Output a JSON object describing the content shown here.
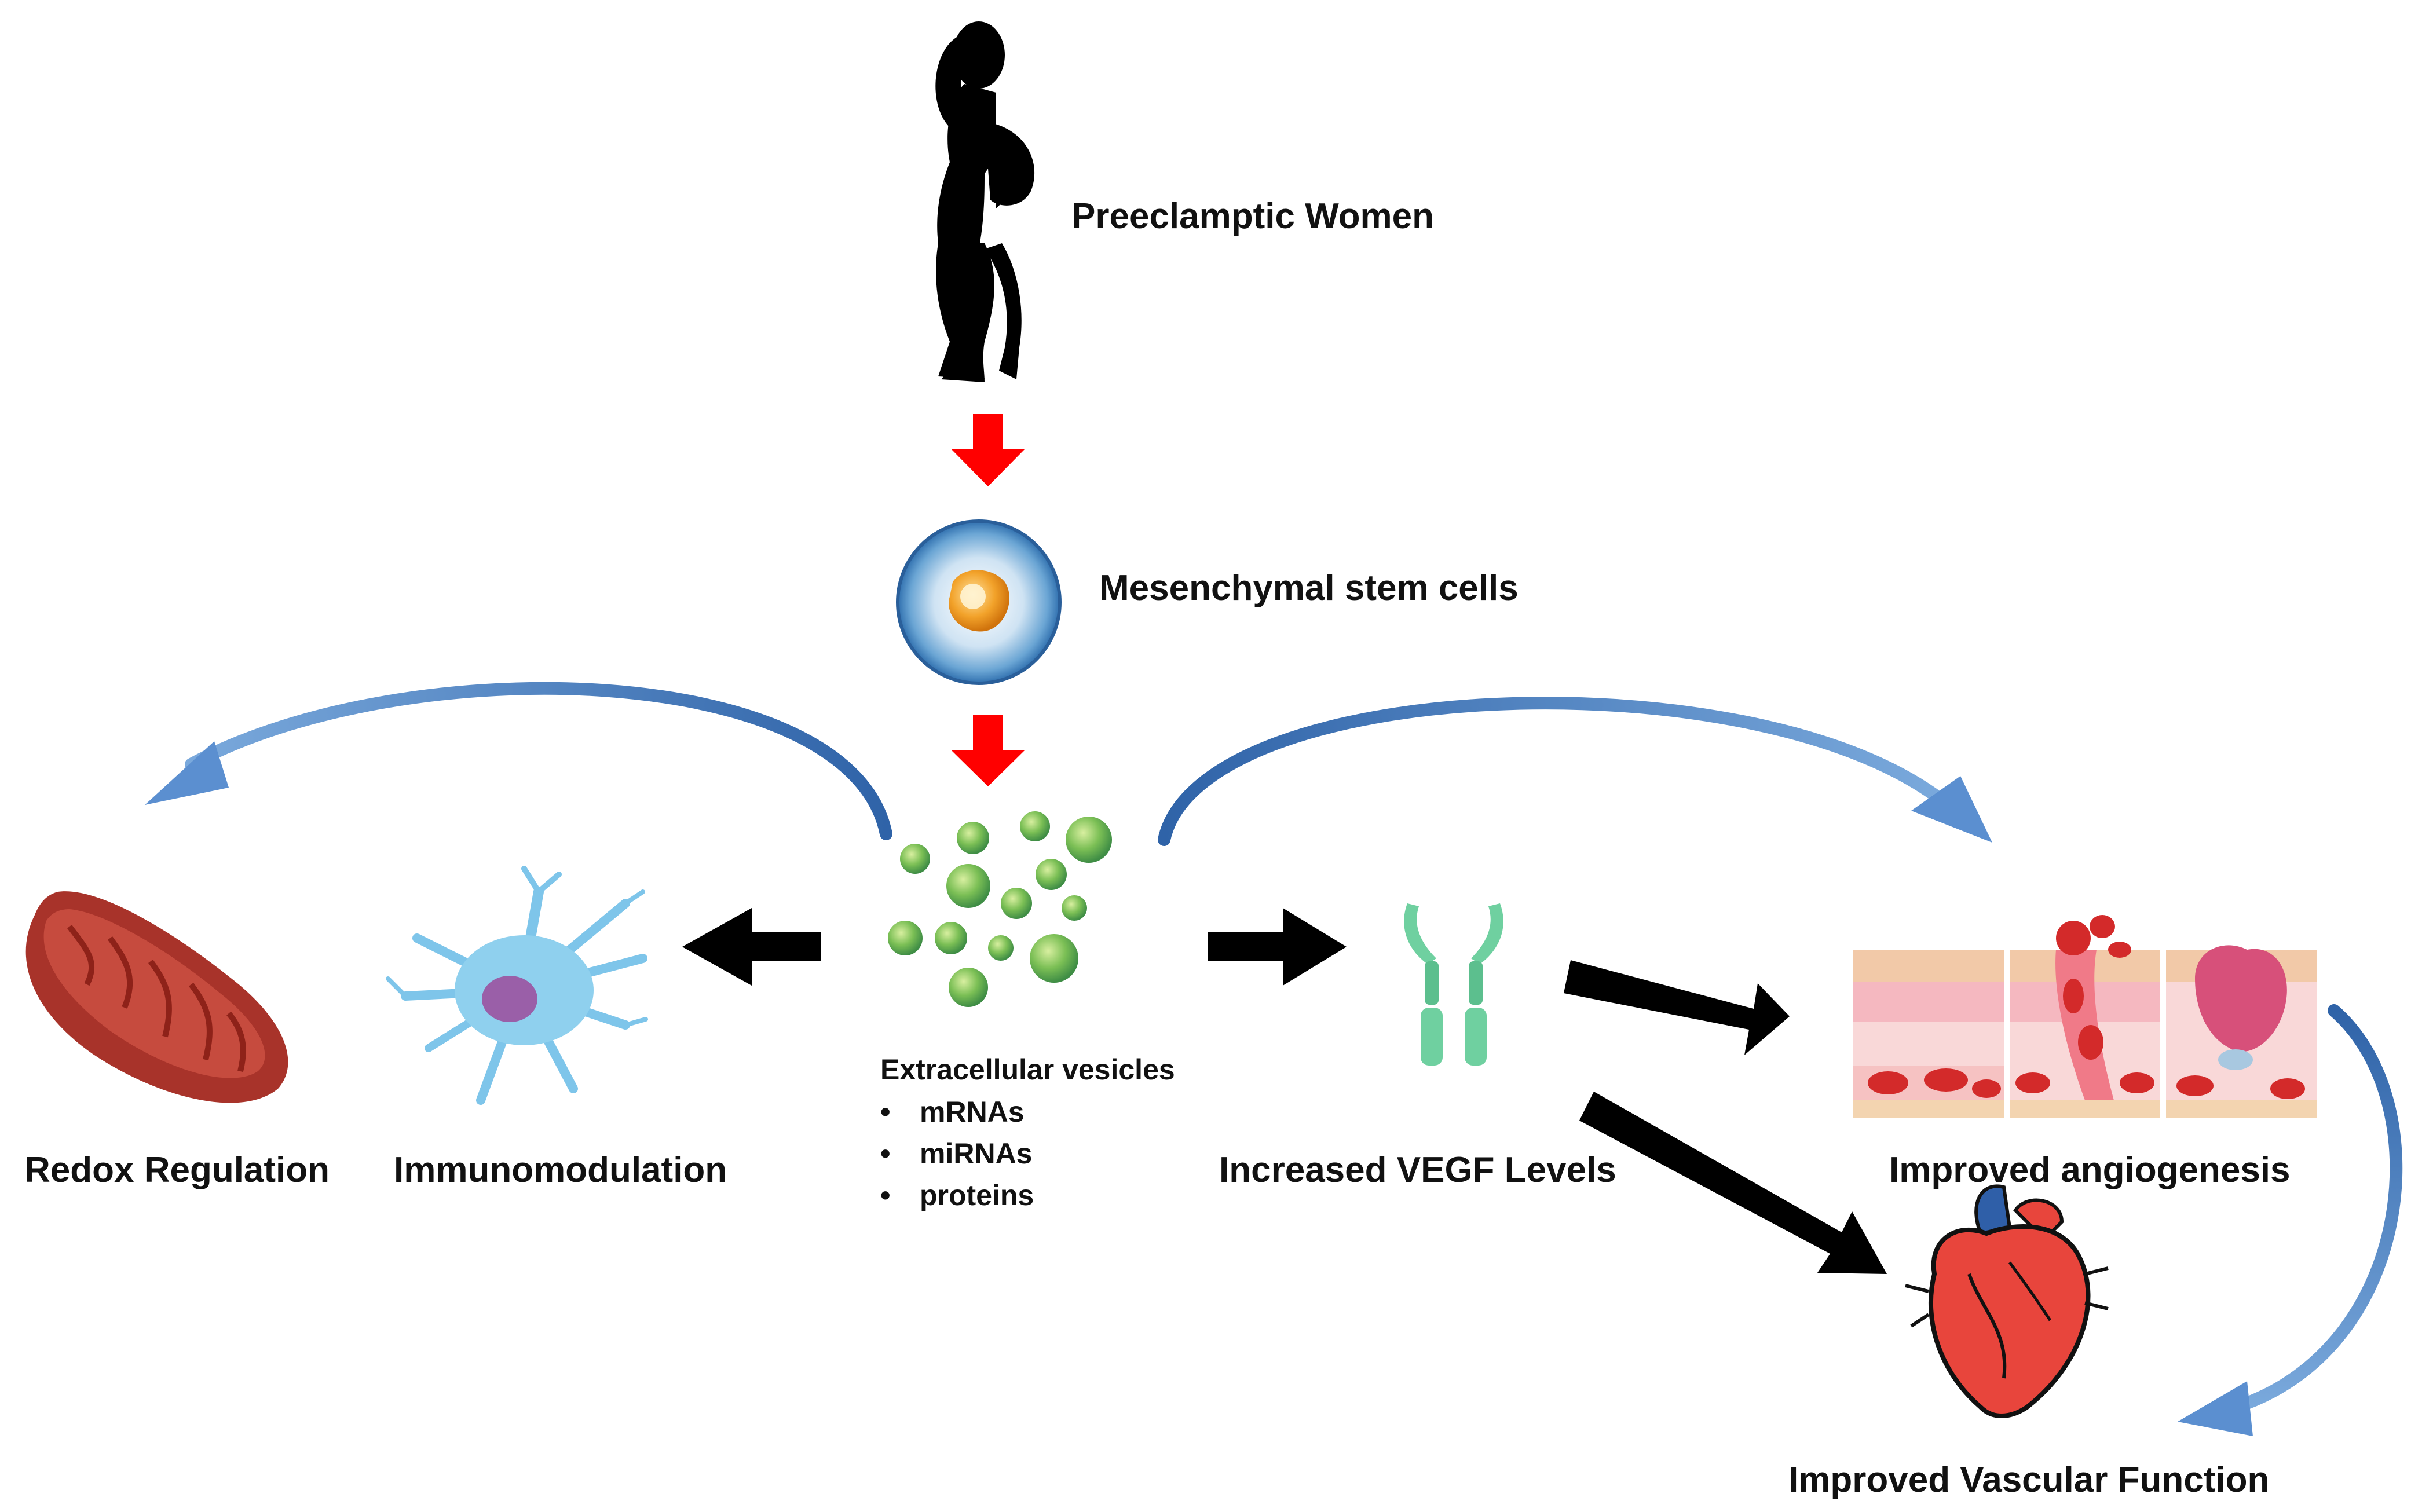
{
  "labels": {
    "women": "Preeclamptic Women",
    "msc": "Mesenchymal  stem cells",
    "ev_title": "Extracellular vesicles",
    "ev_items": [
      "mRNAs",
      "miRNAs",
      "proteins"
    ],
    "redox": "Redox Regulation",
    "immuno": "Immunomodulation",
    "vegf": "Increased VEGF Levels",
    "angio": "Improved angiogenesis",
    "vascular": "Improved Vascular Function"
  },
  "icons": {
    "women": "pregnant-woman-silhouette-icon",
    "msc": "stem-cell-icon",
    "ev": "vesicles-icon",
    "redox": "mitochondrion-icon",
    "immuno": "dendritic-cell-icon",
    "vegf": "antibody-receptor-icon",
    "angio": "skin-vessel-cross-section-icon",
    "vascular": "heart-icon"
  },
  "colors": {
    "red_arrow": "#ff0000",
    "black_arrow": "#000000",
    "blue_arrow": "#4a7fc1",
    "vesicle": "#5aa84a",
    "mitochondrion": "#b33a2e",
    "cell": "#8fd0ee",
    "receptor": "#6fd0a0",
    "heart": "#e8453c"
  }
}
